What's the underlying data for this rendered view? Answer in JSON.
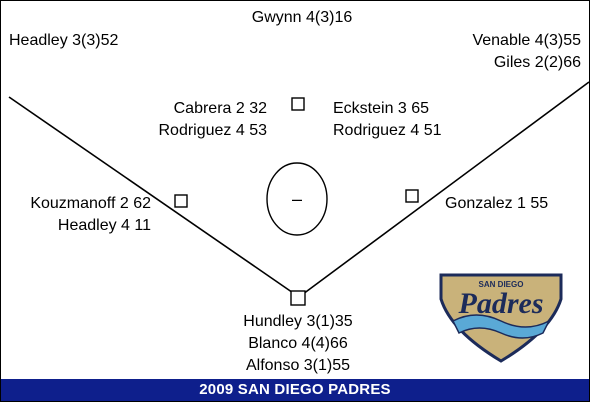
{
  "center_field": [
    "Gwynn 4(3)16"
  ],
  "left_field": [
    "Headley 3(3)52"
  ],
  "right_field": [
    "Venable 4(3)55",
    "Giles 2(2)66"
  ],
  "shortstop": [
    "Cabrera 2 32",
    "Rodriguez 4 53"
  ],
  "second_base": [
    "Eckstein 3 65",
    "Rodriguez 4 51"
  ],
  "third_base": [
    "Kouzmanoff 2 62",
    "Headley 4 11"
  ],
  "first_base": [
    "Gonzalez 1 55"
  ],
  "catcher": [
    "Hundley 3(1)35",
    "Blanco 4(4)66",
    "Alfonso 3(1)55"
  ],
  "pitcher_symbol": "–",
  "team_banner": "2009 SAN DIEGO PADRES",
  "logo": {
    "top_text": "SAN DIEGO",
    "main_text": "Padres",
    "colors": {
      "navy": "#1c2b5a",
      "sand": "#c9b27a",
      "wave": "#5aa9d6"
    }
  },
  "colors": {
    "banner_bg": "#0e1f8c",
    "banner_text": "#ffffff",
    "lines": "#000000"
  }
}
